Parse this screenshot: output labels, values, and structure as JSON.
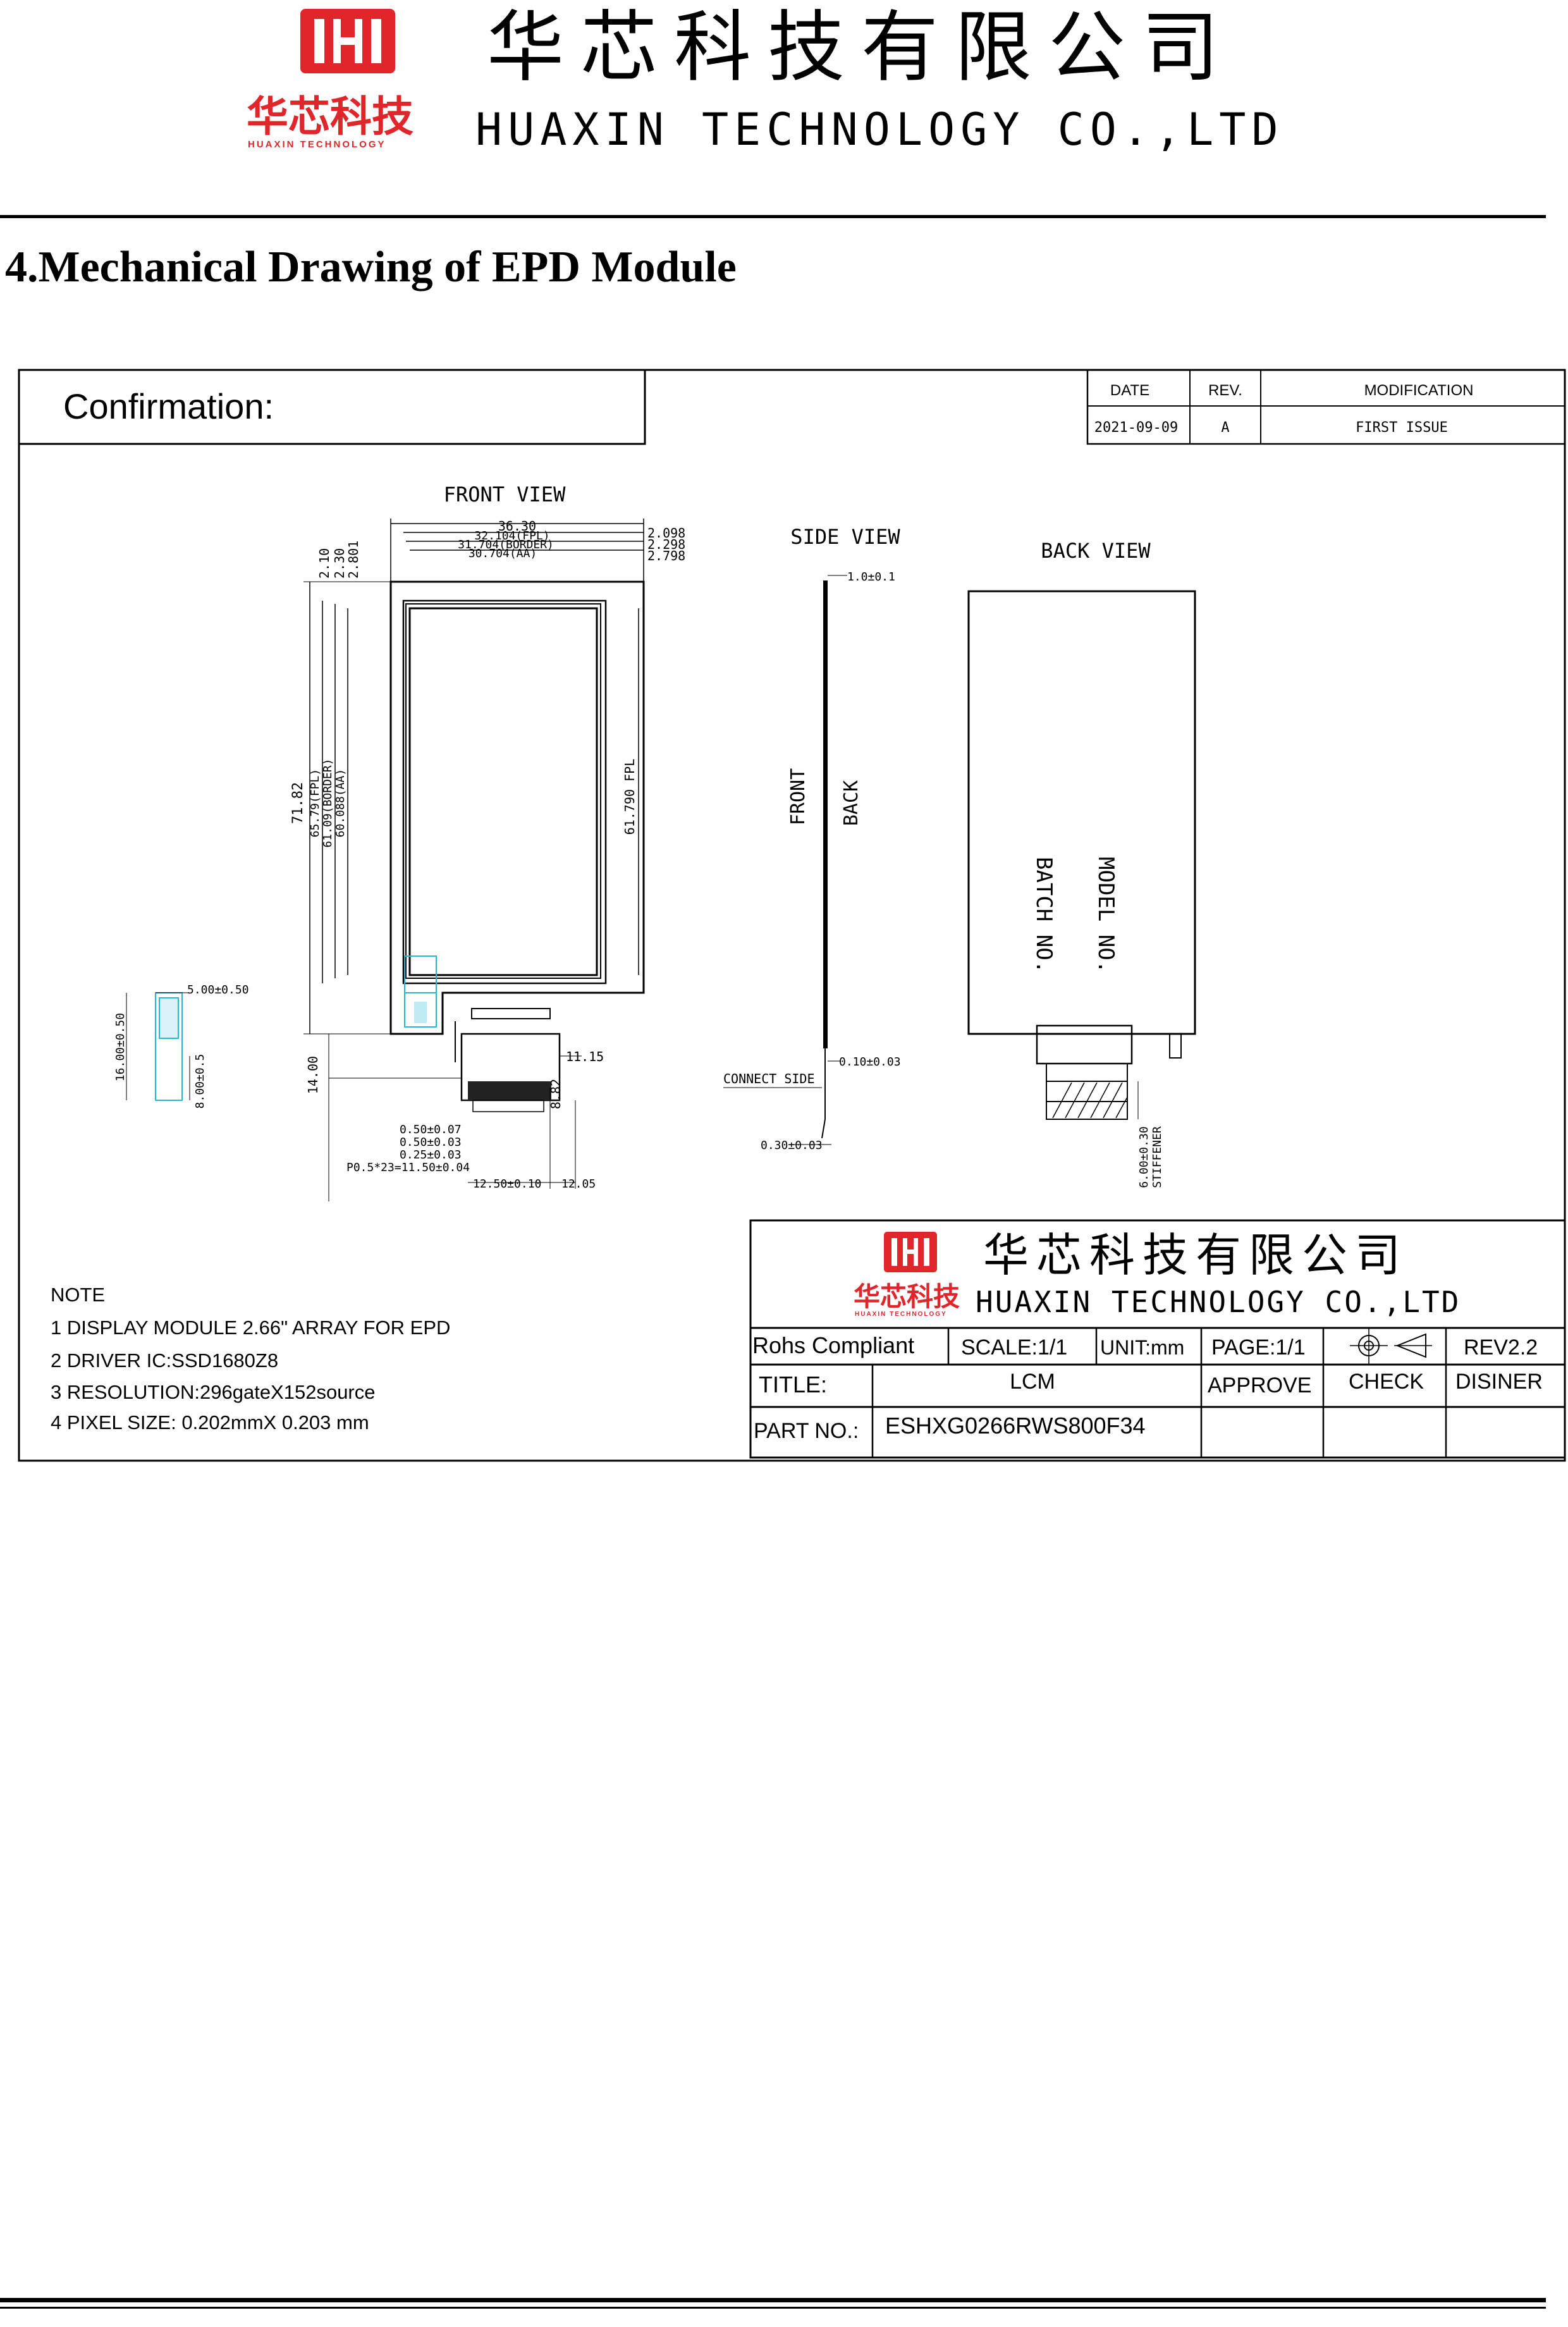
{
  "header": {
    "company_cn": "华芯科技有限公司",
    "logo_text_cn": "华芯科技",
    "logo_text_en": "HUAXIN TECHNOLOGY",
    "company_en": "HUAXIN TECHNOLOGY CO.,LTD"
  },
  "section_title": "4.Mechanical Drawing of EPD Module",
  "drawing": {
    "confirmation_label": "Confirmation:",
    "revision_table": {
      "headers": [
        "DATE",
        "REV.",
        "MODIFICATION"
      ],
      "row": [
        "2021-09-09",
        "A",
        "FIRST ISSUE"
      ]
    },
    "front_view": {
      "title": "FRONT VIEW",
      "dims_top": [
        "36.30",
        "32.104(FPL)",
        "31.704(BORDER)",
        "30.704(AA)"
      ],
      "dims_right_top": [
        "2.098",
        "2.298",
        "2.798"
      ],
      "dims_left_top": [
        "2.10",
        "2.30",
        "2.801"
      ],
      "dims_left_vertical": [
        "71.82",
        "65.79(FPL)",
        "61.09(BORDER)",
        "60.088(AA)"
      ],
      "dim_right_vertical": "61.790 FPL",
      "dim_fpc_width": "11.15",
      "dim_fpc_length": "14.00",
      "dim_fpc_height": "8.82",
      "dims_pins": [
        "0.50±0.07",
        "0.50±0.03",
        "0.25±0.03"
      ],
      "pitch": "P0.5*23=11.50±0.04",
      "dims_bottom": [
        "12.50±0.10",
        "12.05"
      ]
    },
    "detail": {
      "width": "5.00±0.50",
      "height": "16.00±0.50",
      "inner": "8.00±0.5"
    },
    "side_view": {
      "title": "SIDE VIEW",
      "thickness": "1.0±0.1",
      "front_label": "FRONT",
      "back_label": "BACK",
      "dim_fpc": "0.10±0.03",
      "connect_side": "CONNECT SIDE",
      "dim_stiffener": "0.30±0.03"
    },
    "back_view": {
      "title": "BACK VIEW",
      "model_label": "MODEL NO.",
      "batch_label": "BATCH NO.",
      "stiffener_dim": "6.00±0.30",
      "stiffener_label": "STIFFENER"
    },
    "notes": {
      "heading": "NOTE",
      "items": [
        "1 DISPLAY MODULE 2.66\" ARRAY FOR EPD",
        "2 DRIVER IC:SSD1680Z8",
        "3 RESOLUTION:296gateX152source",
        "4 PIXEL SIZE: 0.202mmX 0.203 mm"
      ]
    },
    "title_block": {
      "company_cn": "华芯科技有限公司",
      "logo_text_cn": "华芯科技",
      "logo_text_en": "HUAXIN TECHNOLOGY",
      "company_en": "HUAXIN TECHNOLOGY CO.,LTD",
      "rohs": "Rohs Compliant",
      "scale": "SCALE:1/1",
      "unit": "UNIT:mm",
      "page": "PAGE:1/1",
      "rev": "REV2.2",
      "title_label": "TITLE:",
      "title_value": "LCM",
      "approve": "APPROVE",
      "check": "CHECK",
      "designer": "DISINER",
      "part_label": "PART NO.:",
      "part_value": "ESHXG0266RWS800F34"
    }
  },
  "colors": {
    "brand_red": "#e0262b",
    "detail_cyan": "#23b6d8"
  }
}
